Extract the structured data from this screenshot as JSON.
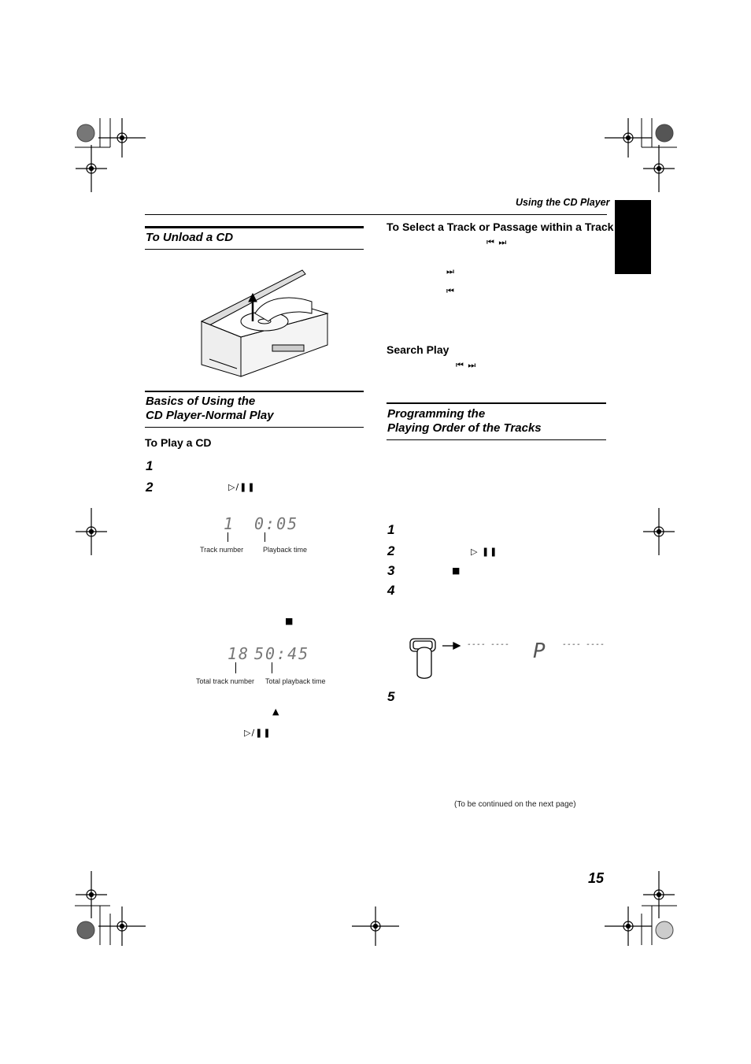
{
  "header": {
    "running_title": "Using the CD Player"
  },
  "page": {
    "number": "15",
    "continued_note": "(To be continued on the next page)"
  },
  "left": {
    "unload_title": "To Unload a CD",
    "basics_title_line1": "Basics of Using the",
    "basics_title_line2": "CD Player-Normal Play",
    "play_title": "To Play a CD",
    "steps": [
      "1",
      "2"
    ],
    "step2_symbol": "▷/❚❚",
    "stop_symbol": "■",
    "eject_symbol": "▲",
    "resume_symbol": "▷/❚❚",
    "display1": {
      "track": "1",
      "time": "0:05",
      "label_track": "Track number",
      "label_time": "Playback time"
    },
    "display2": {
      "track": "18",
      "time": "50:45",
      "label_track": "Total track number",
      "label_time": "Total playback time"
    }
  },
  "right": {
    "select_title": "To Select a Track or Passage within a Track",
    "select_symbols": "⏮  ⏭",
    "next_symbol": "⏭",
    "prev_symbol": "⏮",
    "search_title": "Search Play",
    "search_symbols": "⏮  ⏭",
    "program_title_line1": "Programming the",
    "program_title_line2": "Playing Order of the Tracks",
    "steps": [
      "1",
      "2",
      "3",
      "4",
      "5"
    ],
    "step2_symbol": "▷ ❚❚",
    "step3_symbol": "■",
    "display_dashes": "---- ----",
    "display_p": "P",
    "display_dashes2": "---- ----"
  }
}
